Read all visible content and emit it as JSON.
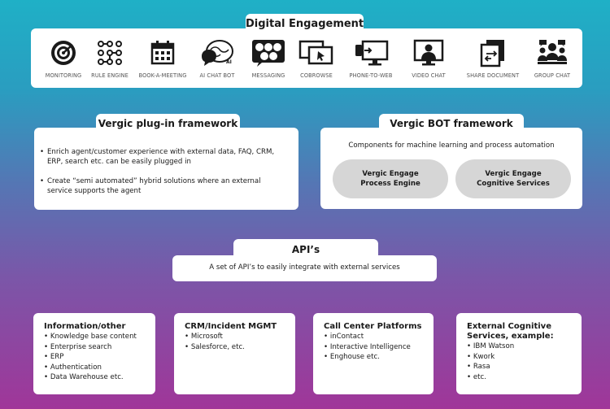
{
  "digital_engagement": {
    "title": "Digital Engagement",
    "items": [
      {
        "label": "MONITORING",
        "icon": "radar-icon"
      },
      {
        "label": "RULE ENGINE",
        "icon": "rule-engine-icon"
      },
      {
        "label": "BOOK-A-MEETING",
        "icon": "calendar-icon"
      },
      {
        "label": "AI CHAT BOT",
        "icon": "ai-brain-chat-icon"
      },
      {
        "label": "MESSAGING",
        "icon": "messaging-apps-icon"
      },
      {
        "label": "COBROWSE",
        "icon": "cobrowse-windows-icon"
      },
      {
        "label": "PHONE-TO-WEB",
        "icon": "phone-to-web-icon"
      },
      {
        "label": "VIDEO CHAT",
        "icon": "video-chat-icon"
      },
      {
        "label": "SHARE DOCUMENT",
        "icon": "share-document-icon"
      },
      {
        "label": "GROUP CHAT",
        "icon": "group-chat-icon"
      }
    ]
  },
  "plugin_framework": {
    "title": "Vergic plug-in framework",
    "bullets": [
      "Enrich agent/customer experience with external data, FAQ, CRM, ERP, search etc. can be easily plugged in",
      "Create “semi automated” hybrid solutions where an external service supports the agent"
    ]
  },
  "bot_framework": {
    "title": "Vergic BOT framework",
    "subtitle": "Components for machine learning and process automation",
    "pills": [
      {
        "line1": "Vergic Engage",
        "line2": "Process Engine"
      },
      {
        "line1": "Vergic Engage",
        "line2": "Cognitive Services"
      }
    ]
  },
  "api": {
    "title": "API’s",
    "description": "A set of API’s to easily integrate with external services"
  },
  "boxes": [
    {
      "title": "Information/other",
      "items": [
        "Knowledge base content",
        "Enterprise search",
        "ERP",
        "Authentication",
        "Data Warehouse etc."
      ]
    },
    {
      "title": "CRM/Incident MGMT",
      "items": [
        "Microsoft",
        "Salesforce, etc."
      ]
    },
    {
      "title": "Call Center Platforms",
      "items": [
        "inContact",
        "Interactive Intelligence",
        "Enghouse etc."
      ]
    },
    {
      "title_line1": "External Cognitive",
      "title_line2": "Services, example:",
      "items": [
        "IBM Watson",
        "Kwork",
        "Rasa",
        "etc."
      ]
    }
  ],
  "colors": {
    "gradient_top": "#1fb0c6",
    "gradient_bottom": "#a03699",
    "pill": "#d6d6d6"
  }
}
